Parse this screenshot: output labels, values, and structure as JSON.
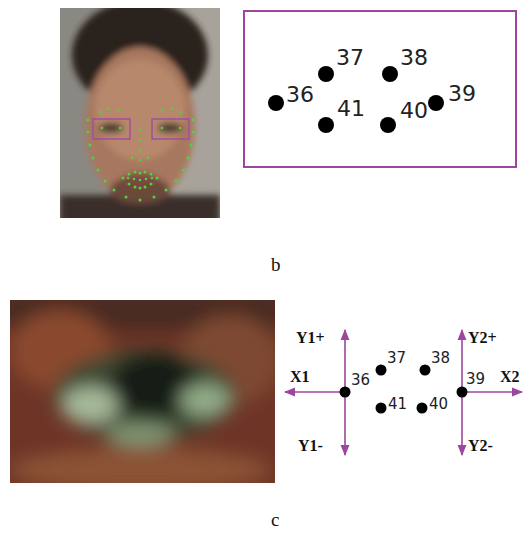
{
  "diagram": {
    "nodes": [
      {
        "text": [
          "36",
          "37",
          "38",
          "41",
          "40",
          "39"
        ]
      }
    ],
    "labels": [
      "b",
      "Y1+",
      "X1",
      "Y1-",
      "36",
      "37",
      "38",
      "41",
      "40",
      "39",
      "Y2+",
      "X2",
      "Y2-",
      "c"
    ]
  }
}
